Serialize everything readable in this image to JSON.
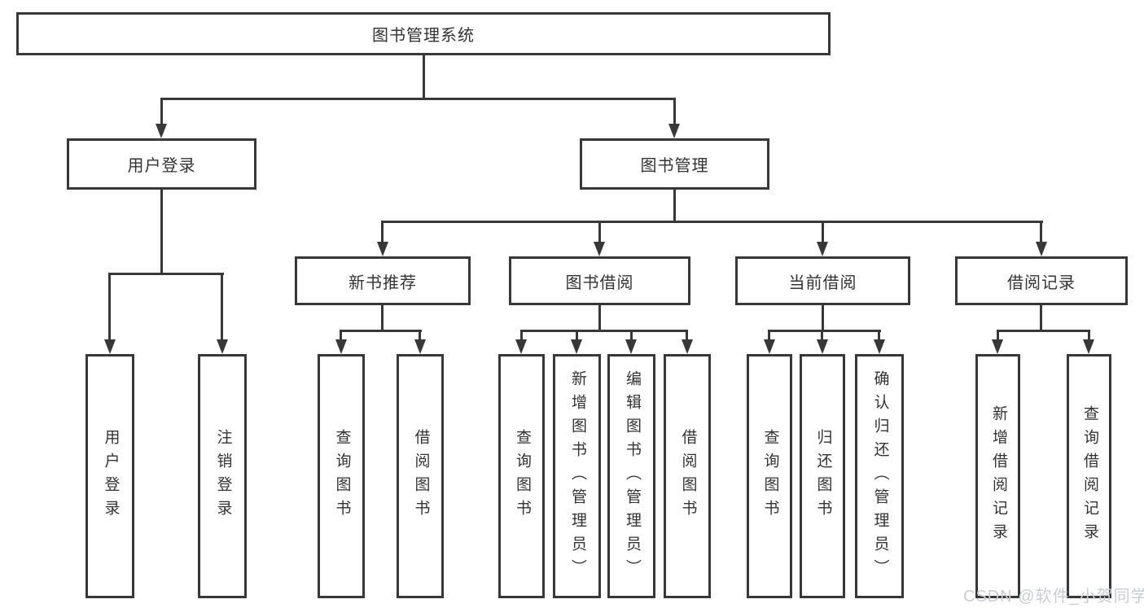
{
  "diagram": {
    "title": "图书管理系统",
    "level2": {
      "user_login": "用户登录",
      "book_management": "图书管理"
    },
    "level3": {
      "new_book_recommend": "新书推荐",
      "book_borrow": "图书借阅",
      "current_borrow": "当前借阅",
      "borrow_records": "借阅记录"
    },
    "leaves": {
      "user_login": [
        "用户登录",
        "注销登录"
      ],
      "new_book_recommend": [
        "查询图书",
        "借阅图书"
      ],
      "book_borrow": [
        "查询图书",
        "新增图书（管理员）",
        "编辑图书（管理员）",
        "借阅图书"
      ],
      "current_borrow": [
        "查询图书",
        "归还图书",
        "确认归还（管理员）"
      ],
      "borrow_records": [
        "新增借阅记录",
        "查询借阅记录"
      ]
    },
    "watermark": "CSDN @软件_小贺同学",
    "colors": {
      "line": "#383838",
      "text": "#333333",
      "watermark": "#c9ccd4",
      "background": "#ffffff"
    }
  }
}
